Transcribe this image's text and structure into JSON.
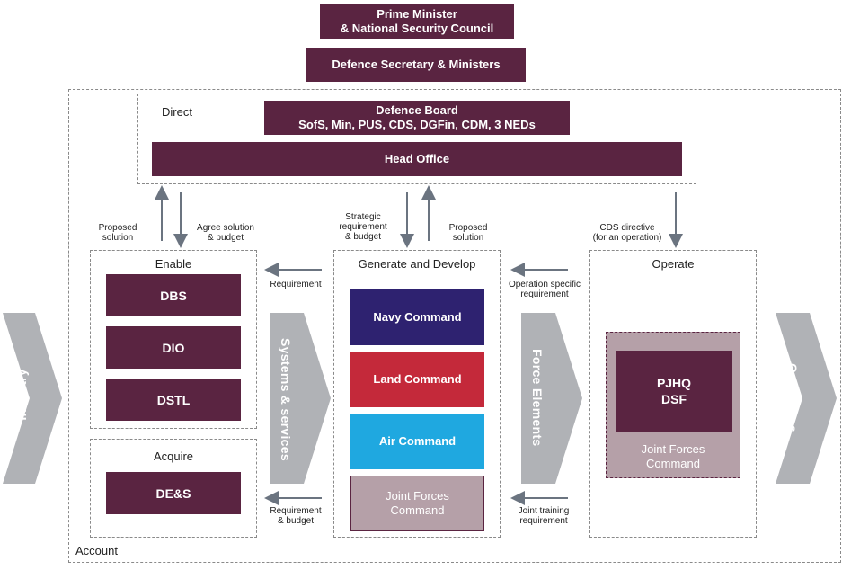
{
  "top": {
    "pm_line1": "Prime Minister",
    "pm_line2": "& National Security Council",
    "defsec": "Defence Secretary & Ministers"
  },
  "account_label": "Account",
  "direct": {
    "label": "Direct",
    "board_title": "Defence Board",
    "board_members": "SofS, Min, PUS, CDS, DGFin, CDM, 3 NEDs",
    "head_office": "Head Office"
  },
  "flows": {
    "proposed_solution_left": [
      "Proposed",
      "solution"
    ],
    "agree_solution": [
      "Agree solution",
      "& budget"
    ],
    "strategic_requirement": [
      "Strategic",
      "requirement",
      "& budget"
    ],
    "proposed_solution_mid": [
      "Proposed",
      "solution"
    ],
    "cds_directive": [
      "CDS directive",
      "(for an operation)"
    ],
    "requirement": [
      "Requirement"
    ],
    "operation_specific": [
      "Operation specific",
      "requirement"
    ],
    "requirement_budget": [
      "Requirement",
      "& budget"
    ],
    "joint_training": [
      "Joint training",
      "requirement"
    ]
  },
  "enable": {
    "label": "Enable",
    "items": [
      "DBS",
      "DIO",
      "DSTL"
    ]
  },
  "acquire": {
    "label": "Acquire",
    "items": [
      "DE&S"
    ]
  },
  "generate": {
    "label": "Generate and Develop",
    "commands": [
      {
        "name": "Navy Command",
        "color": "#2e2270"
      },
      {
        "name": "Land Command",
        "color": "#c4293a"
      },
      {
        "name": "Air Command",
        "color": "#1fa8e0"
      },
      {
        "name_line1": "Joint Forces",
        "name_line2": "Command",
        "color": "#b5a0a8"
      }
    ]
  },
  "operate": {
    "label": "Operate",
    "pjhq_line1": "PJHQ",
    "pjhq_line2": "DSF",
    "jfc_line1": "Joint Forces",
    "jfc_line2": "Command"
  },
  "chevrons": {
    "industry": "Industry",
    "systems": "Systems & services",
    "force": "Force Elements",
    "operations": "Operations"
  },
  "colors": {
    "maroon": "#5a2441",
    "grey_chevron": "#b0b2b6",
    "arrow": "#6b7480",
    "jfc_outer": "#b5a0a8"
  }
}
